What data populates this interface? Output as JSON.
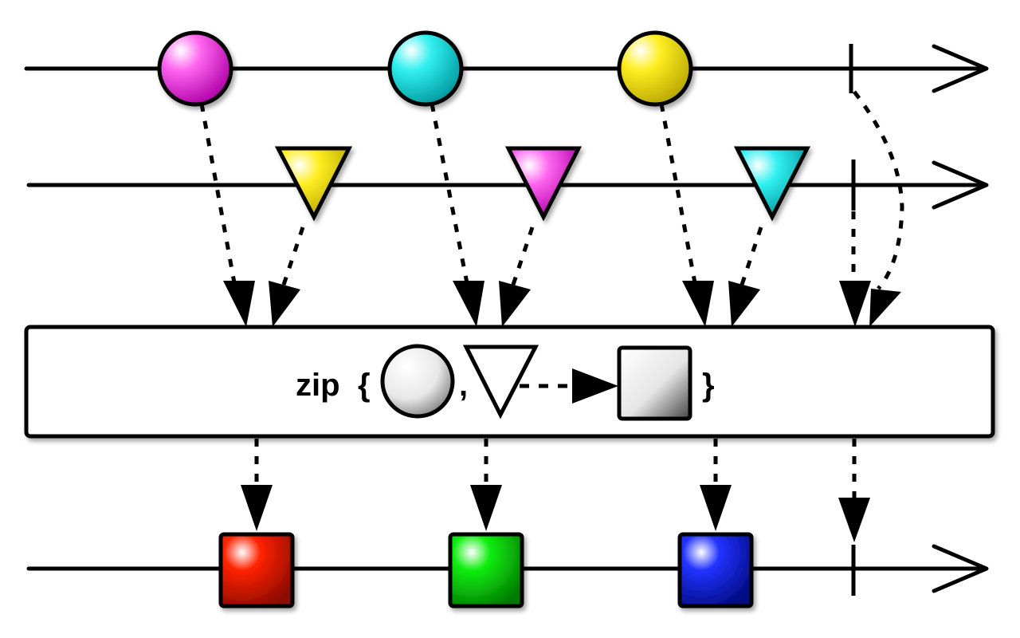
{
  "diagram": {
    "operator": {
      "name": "zip",
      "open_brace": "{",
      "comma": ",",
      "close_brace": "}"
    },
    "streams": [
      {
        "id": "source-1",
        "marble_shape": "circle",
        "items": [
          {
            "color": "#ff55ee"
          },
          {
            "color": "#33eeee"
          },
          {
            "color": "#ffee22"
          }
        ],
        "completes": true
      },
      {
        "id": "source-2",
        "marble_shape": "triangle",
        "items": [
          {
            "color": "#ffee22"
          },
          {
            "color": "#ff55ee"
          },
          {
            "color": "#33eeee"
          }
        ],
        "completes": true
      },
      {
        "id": "result",
        "marble_shape": "square",
        "items": [
          {
            "color": "#ee1100"
          },
          {
            "color": "#11dd11"
          },
          {
            "color": "#2233ee"
          }
        ],
        "completes": true
      }
    ],
    "icons": {
      "stream_arrow": "open-arrowhead-icon",
      "flow_arrow": "filled-arrowhead-icon",
      "completion": "vertical-bar-icon"
    }
  }
}
